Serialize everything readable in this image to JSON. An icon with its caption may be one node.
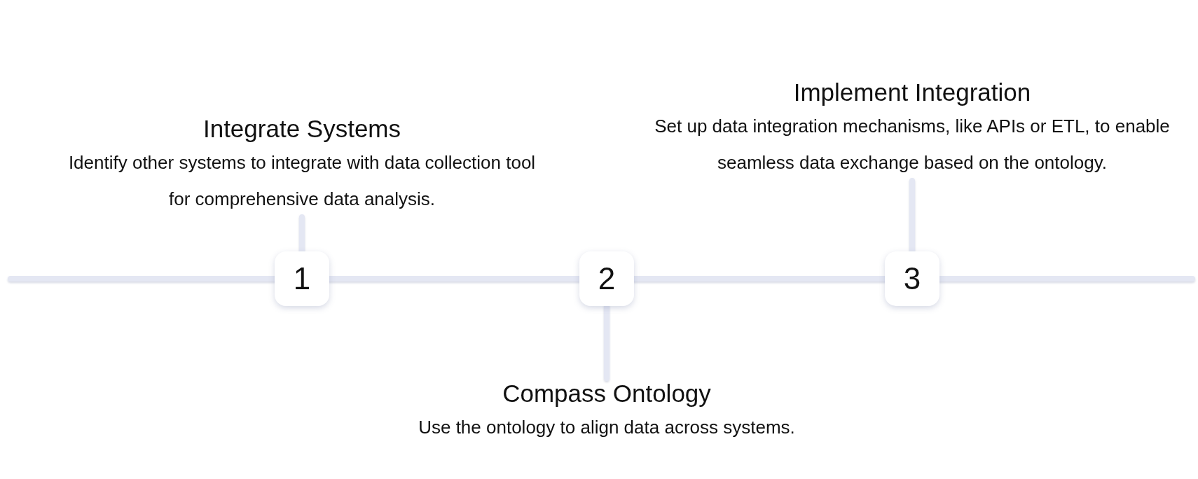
{
  "diagram": {
    "nodes": [
      {
        "text": [
          "Integrate Systems",
          "Identify other systems to integrate with data collection tool for comprehensive data analysis."
        ]
      },
      {
        "text": [
          "Implement Integration",
          "Set up data integration mechanisms, like APIs or ETL, to enable seamless data exchange based on the ontology."
        ]
      },
      {
        "text": [
          "1"
        ]
      },
      {
        "text": [
          "2"
        ]
      },
      {
        "text": [
          "3"
        ]
      },
      {
        "text": [
          "Compass Ontology",
          "Use the ontology to align data across systems."
        ]
      }
    ],
    "edges": [
      {
        "from": 2,
        "to": 0,
        "arrow": "none"
      },
      {
        "from": 4,
        "to": 1,
        "arrow": "none"
      },
      {
        "from": 3,
        "to": 5,
        "arrow": "none"
      },
      {
        "from": null,
        "to": 2,
        "arrow": "none"
      },
      {
        "from": 2,
        "to": 3,
        "arrow": "none"
      },
      {
        "from": 3,
        "to": 4,
        "arrow": "none"
      },
      {
        "from": 4,
        "to": null,
        "arrow": "none"
      }
    ]
  }
}
